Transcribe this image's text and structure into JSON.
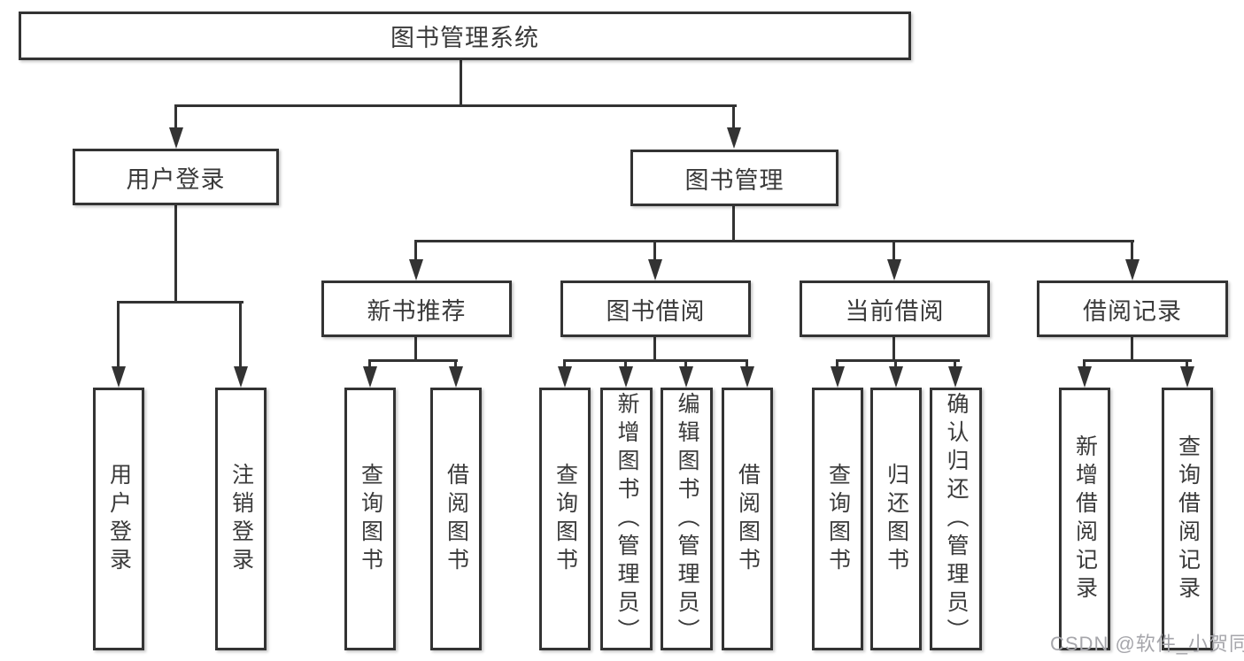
{
  "tree": {
    "root": {
      "label": "图书管理系统"
    },
    "branches": [
      {
        "label": "用户登录",
        "children": [
          {
            "label": "用户登录"
          },
          {
            "label": "注销登录"
          }
        ]
      },
      {
        "label": "图书管理",
        "children": [
          {
            "label": "新书推荐",
            "children": [
              {
                "label": "查询图书"
              },
              {
                "label": "借阅图书"
              }
            ]
          },
          {
            "label": "图书借阅",
            "children": [
              {
                "label": "查询图书"
              },
              {
                "label": "新增图书（管理员）"
              },
              {
                "label": "编辑图书（管理员）"
              },
              {
                "label": "借阅图书"
              }
            ]
          },
          {
            "label": "当前借阅",
            "children": [
              {
                "label": "查询图书"
              },
              {
                "label": "归还图书"
              },
              {
                "label": "确认归还（管理员）"
              }
            ]
          },
          {
            "label": "借阅记录",
            "children": [
              {
                "label": "新增借阅记录"
              },
              {
                "label": "查询借阅记录"
              }
            ]
          }
        ]
      }
    ]
  },
  "watermark": {
    "text": "CSDN @软件_小贺同学"
  },
  "colors": {
    "line": "#333333",
    "text": "#3a3a3a",
    "background": "#ffffff",
    "watermark": "#a6a6ab"
  }
}
